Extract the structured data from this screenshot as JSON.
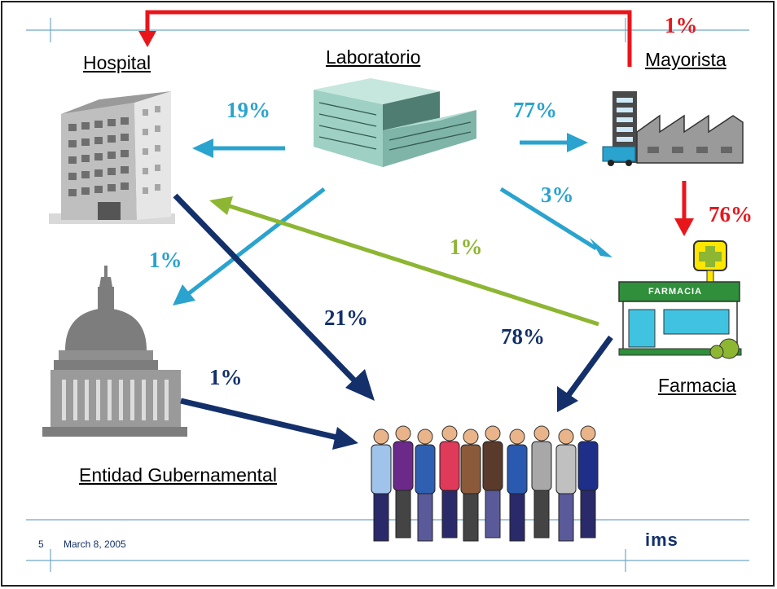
{
  "nodes": {
    "hospital": "Hospital",
    "laboratorio": "Laboratorio",
    "mayorista": "Mayorista",
    "farmacia": "Farmacia",
    "gobierno": "Entidad Gubernamental"
  },
  "flows": {
    "mayorista_to_hospital": "1%",
    "lab_to_hospital": "19%",
    "lab_to_mayorista": "77%",
    "mayorista_to_farmacia": "76%",
    "lab_to_farmacia": "3%",
    "farmacia_to_hospital": "1%",
    "lab_to_gobierno": "1%",
    "hospital_to_patients": "21%",
    "farmacia_to_patients": "78%",
    "gobierno_to_patients": "1%"
  },
  "pharmacy_sign": "FARMACIA",
  "footer": {
    "page_number": "5",
    "date": "March 8, 2005",
    "brand": "ims"
  },
  "colors": {
    "red": "#E8161B",
    "light_blue": "#2AA3CF",
    "dark_blue": "#13306B",
    "green": "#8DB632",
    "rule": "#6FA8C8"
  }
}
